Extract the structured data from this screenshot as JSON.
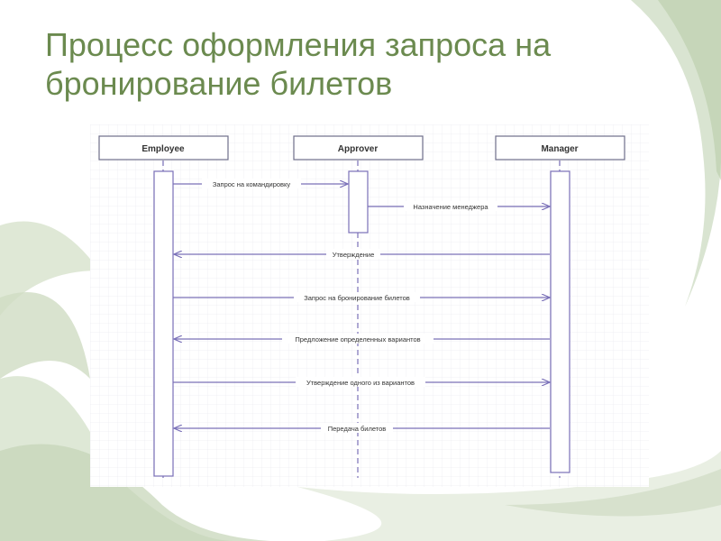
{
  "slide": {
    "title": "Процесс оформления запроса на бронирование билетов"
  },
  "diagram": {
    "type": "sequence",
    "participants": [
      {
        "id": "employee",
        "label": "Employee"
      },
      {
        "id": "approver",
        "label": "Approver"
      },
      {
        "id": "manager",
        "label": "Manager"
      }
    ],
    "messages": [
      {
        "from": "employee",
        "to": "approver",
        "label": "Запрос на командировку"
      },
      {
        "from": "approver",
        "to": "manager",
        "label": "Назначение менеджера"
      },
      {
        "from": "manager",
        "to": "employee",
        "label": "Утверждение"
      },
      {
        "from": "employee",
        "to": "manager",
        "label": "Запрос на бронирование билетов"
      },
      {
        "from": "manager",
        "to": "employee",
        "label": "Предложение определенных вариантов"
      },
      {
        "from": "employee",
        "to": "manager",
        "label": "Утверждение одного из вариантов"
      },
      {
        "from": "manager",
        "to": "employee",
        "label": "Передача билетов"
      }
    ],
    "colors": {
      "line": "#7a70b8",
      "box_border": "#6e6e8a",
      "grid": "#e6e6ec",
      "text": "#333333",
      "title": "#6b8a4f",
      "swoosh": "#c9d8bd"
    }
  }
}
